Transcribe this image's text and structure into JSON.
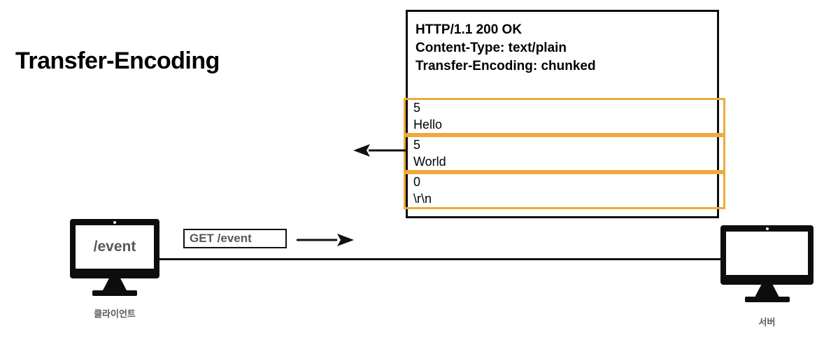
{
  "title": "Transfer-Encoding",
  "colors": {
    "ink": "#0d0d0d",
    "chunk_accent": "#efa93c",
    "muted_text": "#58585a",
    "background": "#ffffff"
  },
  "response": {
    "headers": [
      {
        "text": "HTTP/1.1 200 OK",
        "emphasis": "normal"
      },
      {
        "text": "Content-Type: text/plain",
        "emphasis": "normal"
      },
      {
        "text": "Transfer-Encoding: chunked",
        "emphasis": "strong"
      }
    ],
    "chunks": [
      {
        "size": "5",
        "body": "Hello"
      },
      {
        "size": "5",
        "body": "World"
      },
      {
        "size": "0",
        "body": "\\r\\n"
      }
    ],
    "arrow_direction": "left"
  },
  "request": {
    "label": "GET /event",
    "arrow_direction": "right"
  },
  "nodes": {
    "client": {
      "screen_text": "/event",
      "label": "클라이언트"
    },
    "server": {
      "screen_text": "",
      "label": "서버"
    }
  }
}
